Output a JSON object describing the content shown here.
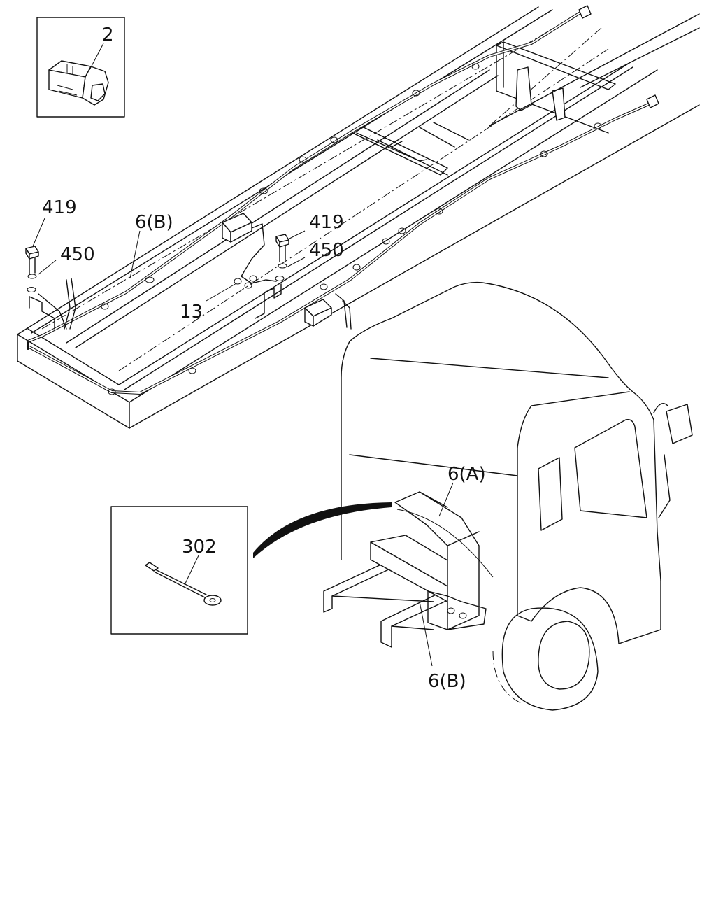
{
  "callouts": {
    "c2": "2",
    "c419_left": "419",
    "c450_left": "450",
    "c6b_top": "6(B)",
    "c419_mid": "419",
    "c450_mid": "450",
    "c13": "13",
    "c6a": "6(A)",
    "c302": "302",
    "c6b_bottom": "6(B)"
  }
}
